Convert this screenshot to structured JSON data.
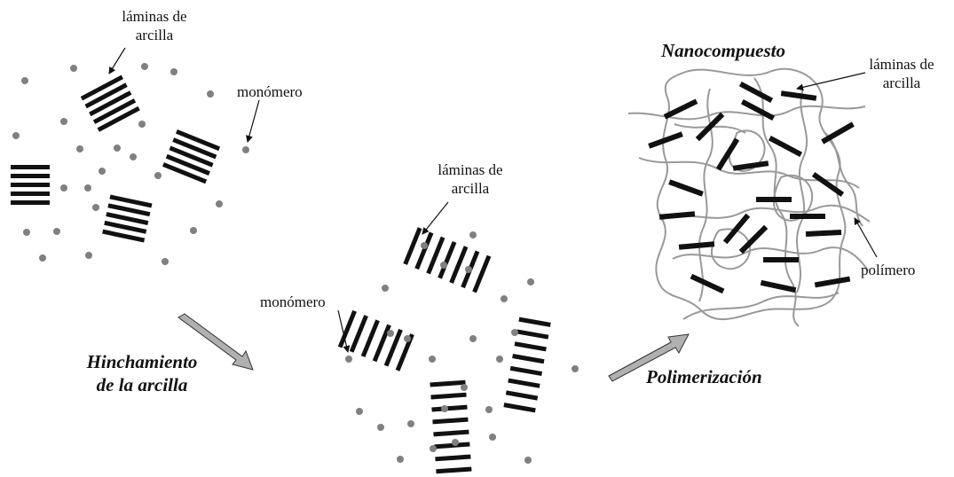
{
  "labels": {
    "stage1_clay": [
      "láminas de",
      "arcilla"
    ],
    "stage1_monomer": "monómero",
    "swelling": [
      "Hinchamiento",
      "de la arcilla"
    ],
    "stage2_clay": [
      "láminas de",
      "arcilla"
    ],
    "stage2_monomer": "monómero",
    "polymerization": "Polimerización",
    "stage3_title": "Nanocompuesto",
    "stage3_clay": [
      "láminas de",
      "arcilla"
    ],
    "stage3_polymer": "polímero"
  },
  "colors": {
    "ink": "#111111",
    "monomer_dot": "#808080",
    "polymer_chain": "#999999",
    "process_arrow": "#b0b0b0"
  }
}
